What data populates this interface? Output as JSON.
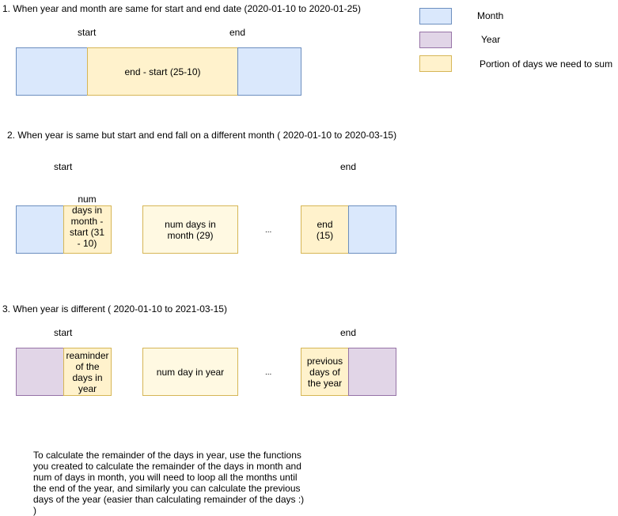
{
  "legend": {
    "month": "Month",
    "year": "Year",
    "portion": "Portion of days we need to sum"
  },
  "case1": {
    "title": "1. When year and month are same for start and end date  (2020-01-10 to 2020-01-25)",
    "start_label": "start",
    "end_label": "end",
    "middle_box": "end - start (25-10)"
  },
  "case2": {
    "title": "2. When year is same but start and end fall on a different month ( 2020-01-10 to 2020-03-15)",
    "start_label": "start",
    "end_label": "end",
    "first_portion": "num days in month - start (31 - 10)",
    "middle_box": "num days in month (29)",
    "ellipsis": "...",
    "last_portion": "end (15)"
  },
  "case3": {
    "title": "3. When year is different ( 2020-01-10 to 2021-03-15)",
    "start_label": "start",
    "end_label": "end",
    "first_portion": "reaminder of the days in year",
    "middle_box": "num day in year",
    "ellipsis": "...",
    "last_portion": "previous days of the year"
  },
  "note": "To calculate the remainder of the days in year, use the functions you created to calculate the remainder of the days in month and num of days in month, you will need to loop all the months until the end of the year, and similarly you can calculate the previous days of the year (easier than calculating remainder of the days :) )"
}
